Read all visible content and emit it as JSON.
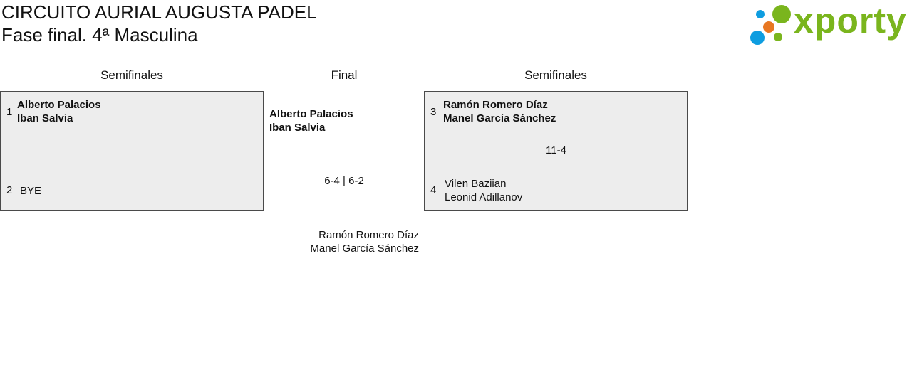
{
  "header": {
    "title": "CIRCUITO AURIAL AUGUSTA PADEL",
    "subtitle": "Fase final. 4ª Masculina"
  },
  "logo": {
    "text": "xporty",
    "colors": {
      "green": "#7ab51d",
      "blue": "#0e9de0",
      "orange": "#e87722"
    }
  },
  "rounds": {
    "left_label": "Semifinales",
    "center_label": "Final",
    "right_label": "Semifinales"
  },
  "semifinal_left": {
    "team1": {
      "seed": "1",
      "player1": "Alberto Palacios",
      "player2": "Iban Salvia"
    },
    "team2": {
      "seed": "2",
      "player1": "BYE"
    }
  },
  "semifinal_right": {
    "team1": {
      "seed": "3",
      "player1": "Ramón Romero Díaz",
      "player2": "Manel García Sánchez"
    },
    "team2": {
      "seed": "4",
      "player1": "Vilen Baziian",
      "player2": "Leonid Adillanov"
    },
    "score": "11-4"
  },
  "final": {
    "team1": {
      "player1": "Alberto Palacios",
      "player2": "Iban Salvia"
    },
    "team2": {
      "player1": "Ramón Romero Díaz",
      "player2": "Manel García Sánchez"
    },
    "score": "6-4 | 6-2"
  }
}
